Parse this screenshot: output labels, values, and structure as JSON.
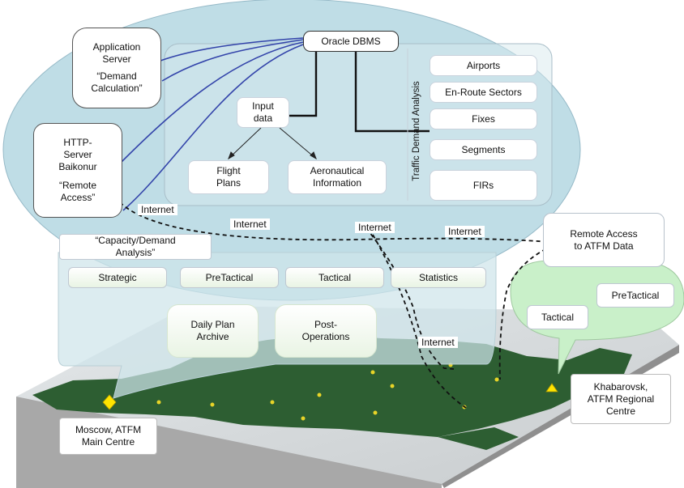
{
  "server": {
    "oracle": "Oracle DBMS",
    "app_server": [
      "Application",
      "Server"
    ],
    "demand_calc": [
      "“Demand",
      "Calculation”"
    ],
    "http_server": [
      "HTTP-",
      "Server",
      "Baikonur"
    ],
    "remote_access": [
      "“Remote",
      "Access”"
    ]
  },
  "analysis": {
    "input_data": [
      "Input",
      "data"
    ],
    "flight_plans": [
      "Flight",
      "Plans"
    ],
    "aero_info": [
      "Aeronautical",
      "Information"
    ],
    "traffic_demand": "Traffic Demand Analysis",
    "elements": [
      "Airports",
      "En-Route Sectors",
      "Fixes",
      "Segments",
      "FIRs"
    ]
  },
  "network": {
    "internet_labels": [
      "Internet",
      "Internet",
      "Internet",
      "Internet",
      "Internet"
    ]
  },
  "capacity": {
    "title": [
      "“Capacity/Demand",
      "Analysis”"
    ],
    "modes": [
      "Strategic",
      "PreTactical",
      "Tactical",
      "Statistics"
    ],
    "daily_plan": [
      "Daily Plan",
      "Archive"
    ],
    "post_ops": [
      "Post-",
      "Operations"
    ]
  },
  "remote": {
    "title": [
      "Remote Access",
      "to ATFM Data"
    ],
    "tactical": "Tactical",
    "pretactical": "PreTactical"
  },
  "centres": {
    "moscow": [
      "Moscow, ATFM",
      "Main Centre"
    ],
    "khabarovsk": [
      "Khabarovsk,",
      "ATFM Regional",
      "Centre"
    ]
  },
  "colors": {
    "ellipse": "#bfdde6",
    "map_land": "#2d5e32",
    "map_side": "#9b9b9b",
    "connector": "#3344aa",
    "remote_bubble": "#c9f0c9"
  }
}
